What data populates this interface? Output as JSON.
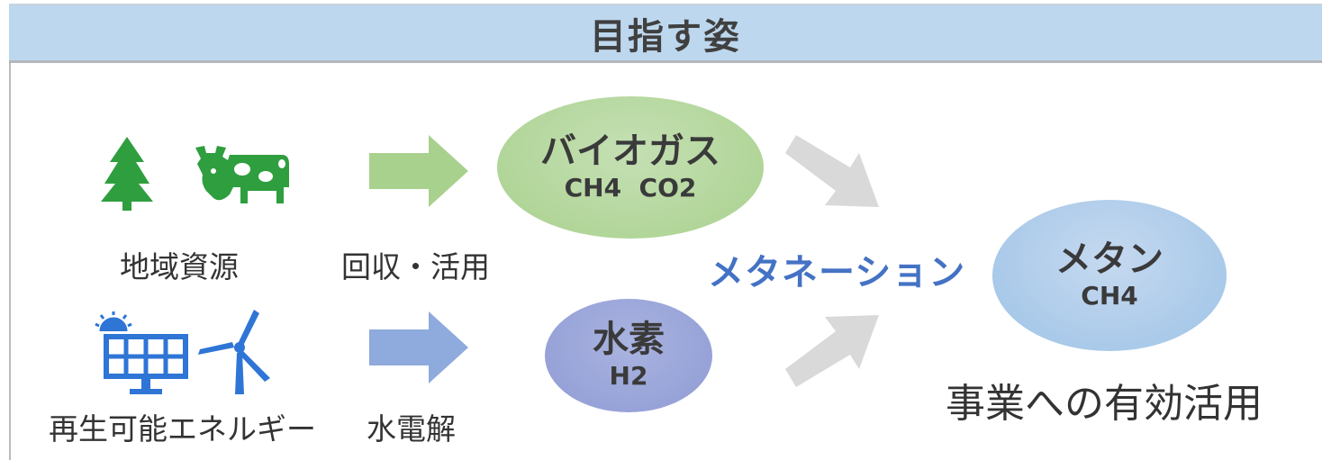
{
  "header": {
    "title": "目指す姿"
  },
  "left": {
    "top_label": "地域資源",
    "bottom_label": "再生可能エネルギー"
  },
  "middle": {
    "top_label": "回収・活用",
    "bottom_label": "水電解"
  },
  "biogas": {
    "title": "バイオガス",
    "formula": "CH4  CO2"
  },
  "hydrogen": {
    "title": "水素",
    "formula": "H2"
  },
  "methanation_label": "メタネーション",
  "methane": {
    "title": "メタン",
    "formula": "CH4"
  },
  "result_label": "事業への有効活用",
  "icons": [
    "tree-icon",
    "cow-icon",
    "solar-panel-icon",
    "wind-turbine-icon"
  ],
  "colors": {
    "header_bg": "#bdd7ee",
    "green_icon": "#2e9e3e",
    "blue_icon": "#2e75d6",
    "green_arrow": "#a9d18e",
    "blue_arrow": "#8faadc",
    "gray_arrow": "#d9d9d9",
    "biogas_fill": "#a9d18e",
    "hydrogen_fill": "#8e9ad4",
    "methane_fill": "#9dc3e6",
    "methanation_text": "#4472c4"
  }
}
